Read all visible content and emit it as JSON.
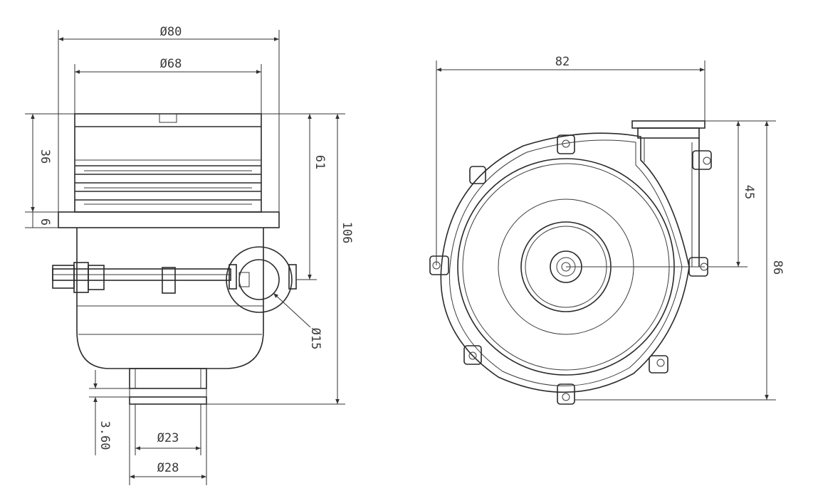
{
  "colors": {
    "line": "#2a2a2a",
    "background": "#ffffff"
  },
  "side_view": {
    "dims": {
      "outer_diameter": "Ø80",
      "inner_diameter": "Ø68",
      "top_height": "36",
      "flange_thickness": "6",
      "port_center_height": "61",
      "total_height": "106",
      "port_diameter": "Ø15",
      "outlet_height": "3.60",
      "outlet_inner_diameter": "Ø23",
      "outlet_outer_diameter": "Ø28"
    }
  },
  "front_view": {
    "dims": {
      "width": "82",
      "outlet_offset": "45",
      "height": "86"
    }
  }
}
